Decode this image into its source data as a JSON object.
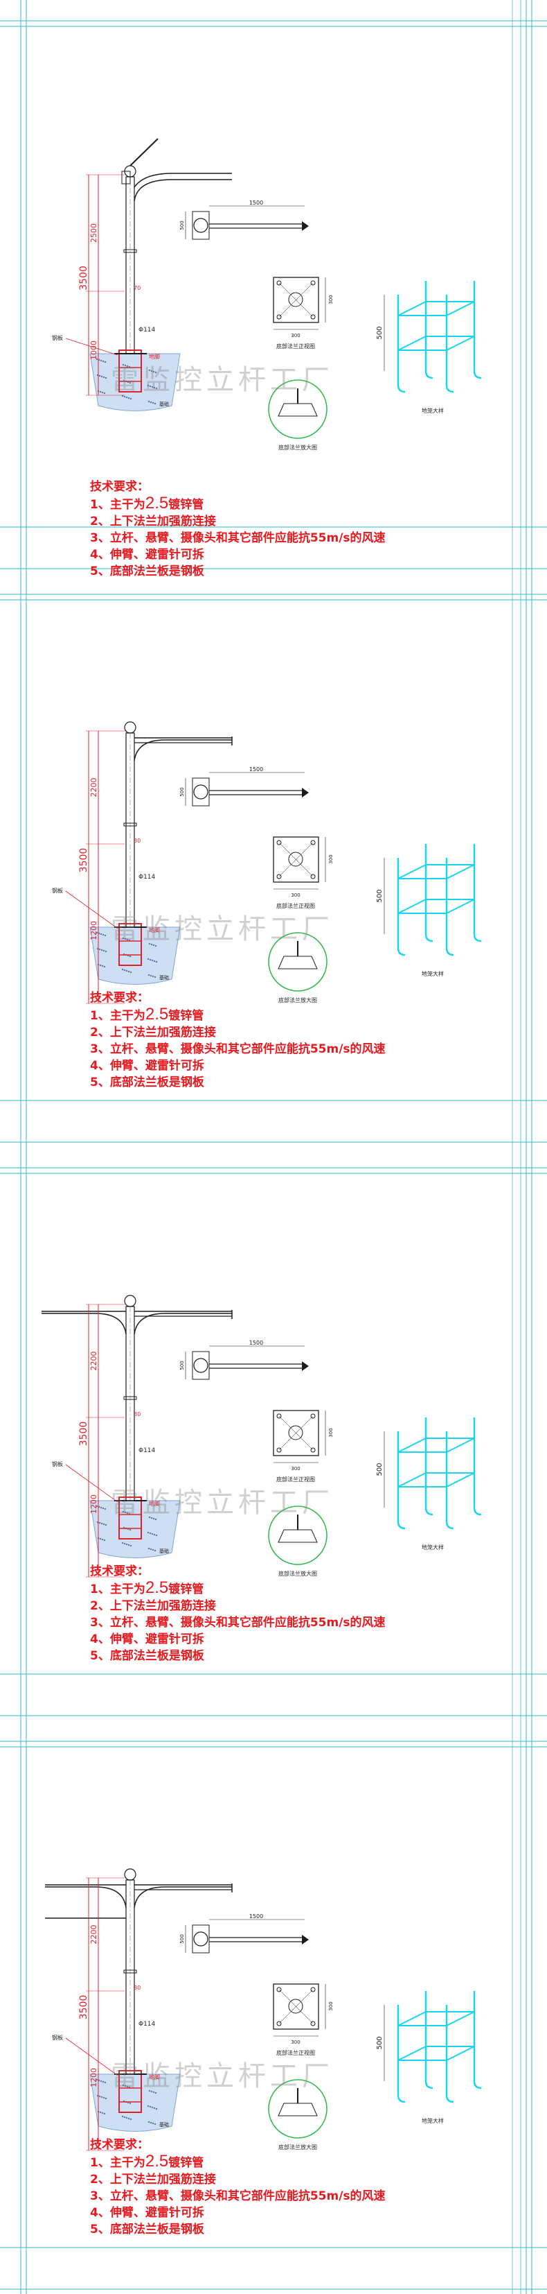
{
  "sheets": [
    {
      "dims": {
        "upper": "2500",
        "total": "3500",
        "lower": "1000",
        "gap": "70",
        "pipe": "Φ114",
        "arm": "1500",
        "flange_h": "500",
        "flange_w": "300",
        "flange_side": "300",
        "cage_h": "500"
      },
      "labels": {
        "left_tag": "钢板",
        "anchor": "地脚",
        "base": "基础",
        "flange_front": "底部法兰正视图",
        "flange_enlarged": "底部法兰放大图",
        "cage": "地笼大样"
      }
    },
    {
      "dims": {
        "upper": "2200",
        "total": "3500",
        "lower": "1200",
        "gap": "30",
        "pipe": "Φ114",
        "arm": "1500",
        "flange_h": "500",
        "flange_w": "300",
        "flange_side": "300",
        "cage_h": "500"
      },
      "labels": {
        "left_tag": "钢板",
        "anchor": "地脚",
        "base": "基础",
        "flange_front": "底部法兰正视图",
        "flange_enlarged": "底部法兰放大图",
        "cage": "地笼大样"
      }
    },
    {
      "dims": {
        "upper": "2200",
        "total": "3500",
        "lower": "1200",
        "gap": "30",
        "pipe": "Φ114",
        "arm": "1500",
        "flange_h": "500",
        "flange_w": "300",
        "flange_side": "300",
        "cage_h": "500"
      },
      "labels": {
        "left_tag": "钢板",
        "anchor": "地脚",
        "base": "基础",
        "flange_front": "底部法兰正视图",
        "flange_enlarged": "底部法兰放大图",
        "cage": "地笼大样"
      }
    },
    {
      "dims": {
        "upper": "2200",
        "total": "3500",
        "lower": "1200",
        "gap": "30",
        "pipe": "Φ114",
        "arm": "1500",
        "flange_h": "500",
        "flange_w": "300",
        "flange_side": "300",
        "cage_h": "500"
      },
      "labels": {
        "left_tag": "钢板",
        "anchor": "地脚",
        "base": "基础",
        "flange_front": "底部法兰正视图",
        "flange_enlarged": "底部法兰放大图",
        "cage": "地笼大样"
      }
    }
  ],
  "tech": {
    "title": "技术要求：",
    "line1_prefix": "1、主干为",
    "line1_big": "2.5",
    "line1_suffix": "镀锌管",
    "line2": "2、上下法兰加强筋连接",
    "line3": "3、立杆、悬臂、摄像头和其它部件应能抗55m/s的风速",
    "line4": "4、伸臂、避雷针可拆",
    "line5": "5、底部法兰板是钢板"
  },
  "watermark": "雷监控立杆工厂",
  "colors": {
    "grid": "#2fb9c9",
    "dim": "#e0212a",
    "line": "#1c1c1c",
    "cage": "#18d6f0",
    "ring": "#2db84a",
    "text": "#e8191e"
  }
}
